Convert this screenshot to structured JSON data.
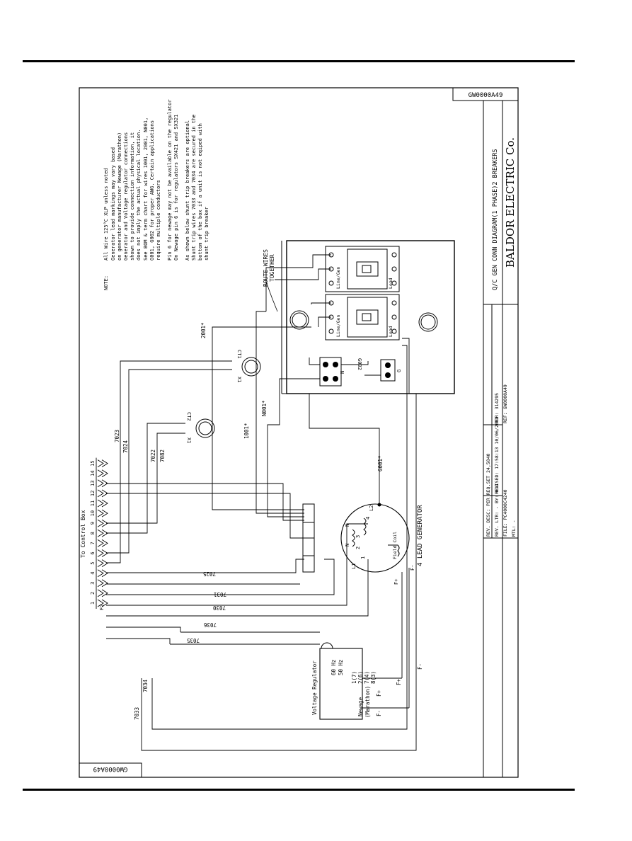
{
  "drawing_number": "GW0000A49",
  "company": "BALDOR ELECTRIC Co.",
  "drawing_title": "Q/C GEN CONN DIAGRAM(1 PHASE)2 BREAKERS",
  "title_block": {
    "rev_desc": "REV. DESC: PER REQ.SET 24,5840",
    "rev_ltr": "REV. LTR: -  BY: HJD",
    "revised": "REVISED: 17:58:13 10/06/2003",
    "tdr": "TDR: 314295",
    "file": "FILE: PC4000C4240",
    "ref": "REF: GW0000A49",
    "mtl": "MTL: -"
  },
  "notes": {
    "header": "NOTE:",
    "lines": [
      "All Wire 125°C XLP unless noted",
      "Generator lead markings may vary based",
      "on generator manufacturer Newage (Marathon)",
      "Generator and Voltage regulator connections",
      "shown to provide connection information, it",
      "does not imply the actual physical location.",
      "See BOM & term chart for wires 1001, 2001, N001,",
      "G001, G002 for proper AWG. Certain applications",
      "require multiple conductors",
      "Pin 6 for newage may not be available on the regulator",
      "On Newage pin 6 is for regulators SX421 and SX321",
      "As shown below shunt trip breakers are optional",
      "Shunt trip wires 7033 and 7034 are secured in the",
      "bottom of the box if a unit is not eqiped with",
      "shunt trip breaker"
    ]
  },
  "labels": {
    "route_wires": "ROUTE WIRES",
    "together": "TOGETHER",
    "to_control_box": "To Control Box",
    "f2": "F2",
    "terminals": [
      "1",
      "2",
      "3",
      "4",
      "5",
      "6",
      "7",
      "8",
      "9",
      "10",
      "11",
      "12",
      "13",
      "14",
      "15"
    ],
    "ct1": "CT1",
    "ct2": "CT2",
    "x1": "X1",
    "x1b": "X1",
    "w2001": "2001*",
    "w1001": "1001*",
    "wn001": "N001*",
    "wg001": "G001*",
    "wg002": "G002",
    "w7023": "7023",
    "w7024": "7024",
    "w7022": "7022",
    "w7082": "7082",
    "w7025": "7025",
    "w7031": "7031",
    "w7030": "7030",
    "w7036": "7036",
    "w7035": "7035",
    "w7034": "7034",
    "w7033": "7033",
    "n_bus": "N",
    "g_bus": "G",
    "line_gen": "Line/Gen",
    "load": "Load",
    "gen_title": "4 LEAD GENERATOR",
    "field_coil": "Field Coil",
    "l1": "L1",
    "l2": "L2",
    "n1": "N",
    "n2": "N",
    "t1": "1",
    "t2": "2",
    "t3": "3",
    "t4": "4",
    "fplus": "F+",
    "fminus": "F-",
    "vr_title": "Voltage Regulator",
    "hz60": "60 Hz",
    "hz50": "50 Hz",
    "newage": "Newage",
    "marathon": "(Marathon)",
    "vr_f_minus": "F-",
    "vr_f_plus": "F+",
    "vr_pins": [
      "1(7)",
      "2(6)",
      "7(4)",
      "8(3)"
    ],
    "vr_fplus_out": "F+",
    "vr_fminus_out": "F-"
  }
}
